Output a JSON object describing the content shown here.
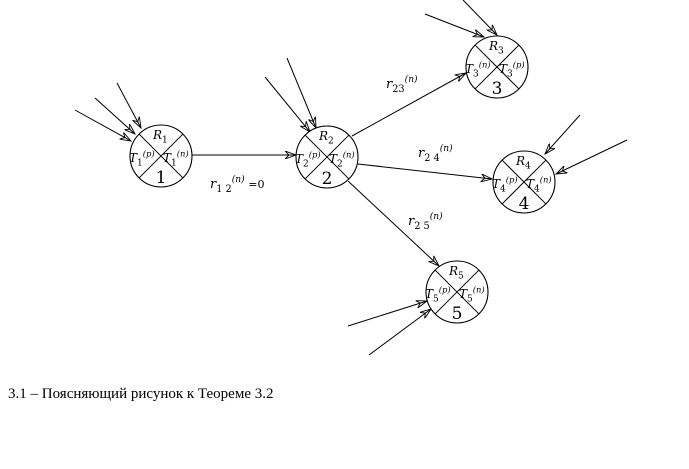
{
  "nodes": [
    {
      "id": "1",
      "r": {
        "base": "R",
        "sub": "1"
      },
      "left": {
        "base": "T",
        "sub": "1",
        "sup": "(p)"
      },
      "right": {
        "base": "T",
        "sub": "1",
        "sup": "(n)"
      }
    },
    {
      "id": "2",
      "r": {
        "base": "R",
        "sub": "2"
      },
      "left": {
        "base": "T",
        "sub": "2",
        "sup": "(p)"
      },
      "right": {
        "base": "T",
        "sub": "2",
        "sup": "(n)"
      }
    },
    {
      "id": "3",
      "r": {
        "base": "R",
        "sub": "3"
      },
      "left": {
        "base": "T",
        "sub": "3",
        "sup": "(n)"
      },
      "right": {
        "base": "T",
        "sub": "3",
        "sup": "(p)"
      }
    },
    {
      "id": "4",
      "r": {
        "base": "R",
        "sub": "4"
      },
      "left": {
        "base": "T",
        "sub": "4",
        "sup": "(p)"
      },
      "right": {
        "base": "T",
        "sub": "4",
        "sup": "(n)"
      }
    },
    {
      "id": "5",
      "r": {
        "base": "R",
        "sub": "5"
      },
      "left": {
        "base": "T",
        "sub": "5",
        "sup": "(p)"
      },
      "right": {
        "base": "T",
        "sub": "5",
        "sup": "(n)"
      }
    }
  ],
  "edges": [
    {
      "from": "1",
      "to": "2",
      "label": {
        "base": "r",
        "sub": "1 2",
        "sup": "(n)",
        "suffix": " =0"
      }
    },
    {
      "from": "2",
      "to": "3",
      "label": {
        "base": "r",
        "sub": "23",
        "sup": "(n)",
        "suffix": ""
      }
    },
    {
      "from": "2",
      "to": "4",
      "label": {
        "base": "r",
        "sub": "2 4",
        "sup": "(n)",
        "suffix": ""
      }
    },
    {
      "from": "2",
      "to": "5",
      "label": {
        "base": "r",
        "sub": "2 5",
        "sup": "(n)",
        "suffix": ""
      }
    }
  ],
  "caption": "3.1 – Поясняющий рисунок к Теореме 3.2"
}
